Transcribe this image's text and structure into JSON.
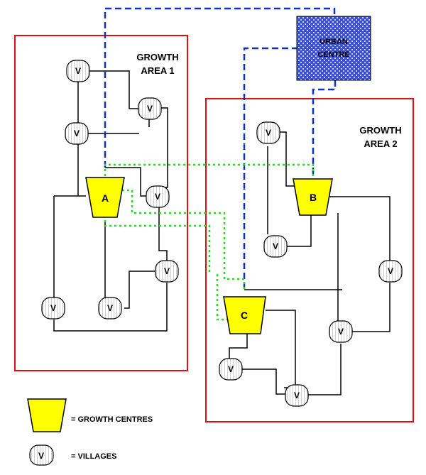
{
  "areas": {
    "area1": {
      "line1": "GROWTH",
      "line2": "AREA 1"
    },
    "area2": {
      "line1": "GROWTH",
      "line2": "AREA 2"
    }
  },
  "urban_centre": {
    "line1": "URBAN",
    "line2": "CENTRE"
  },
  "growth_centres": {
    "a": "A",
    "b": "B",
    "c": "C"
  },
  "village_label": "V",
  "legend": {
    "growth_centres": "= GROWTH CENTRES",
    "villages": "= VILLAGES"
  },
  "colors": {
    "area_border": "#e01010",
    "growth_centre_fill": "#ffff00",
    "urban_dash": "#1030c0",
    "green_dotted": "#22dd22",
    "urban_fill": "#3b4fd6"
  }
}
